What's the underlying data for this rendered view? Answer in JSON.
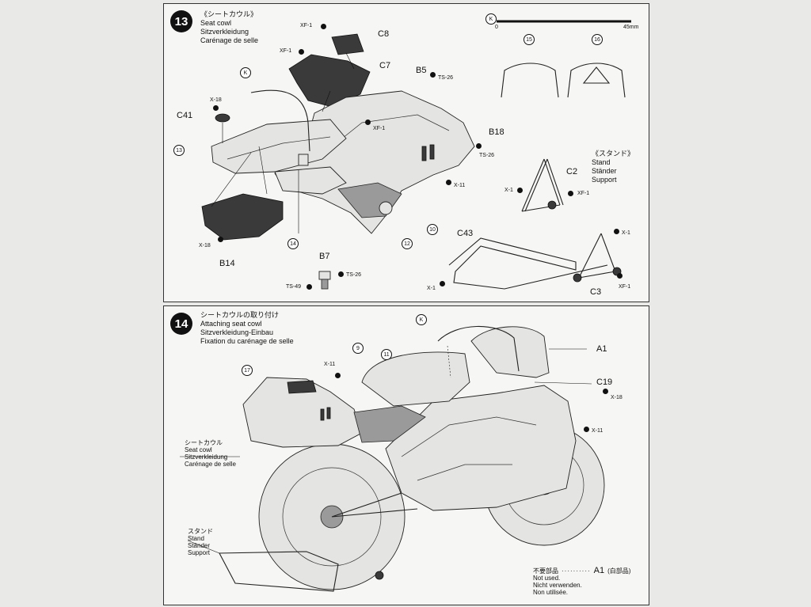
{
  "step13": {
    "number": "13",
    "title_lines": [
      "《シートカウル》",
      "Seat cowl",
      "Sitzverkleidung",
      "Carénage de selle"
    ],
    "parts": {
      "c8": "C8",
      "c7": "C7",
      "b5": "B5",
      "b18": "B18",
      "c41": "C41",
      "b14": "B14",
      "b7": "B7",
      "c2": "C2",
      "c43": "C43",
      "c3": "C3"
    },
    "paints": {
      "xf1_a": "XF-1",
      "xf1_b": "XF-1",
      "ts26_a": "TS-26",
      "xf1_c": "XF-1",
      "ts26_b": "TS-26",
      "x11_a": "X-11",
      "x18_a": "X-18",
      "x18_b": "X-18",
      "ts26_c": "TS-26",
      "ts49": "TS-49",
      "x1_a": "X-1",
      "xf1_d": "XF-1",
      "x1_b": "X-1",
      "x1_c": "X-1",
      "xf1_e": "XF-1"
    },
    "circled": {
      "k1": "K",
      "n13": "13",
      "n14": "14",
      "n12": "12",
      "n10": "10"
    },
    "scale": {
      "k": "K",
      "n15": "15",
      "n16": "16",
      "zero": "0",
      "max": "45mm"
    },
    "stand_title_lines": [
      "《スタンド》",
      "Stand",
      "Ständer",
      "Support"
    ]
  },
  "step14": {
    "number": "14",
    "title_lines": [
      "シートカウルの取り付け",
      "Attaching seat cowl",
      "Sitzverkleidung-Einbau",
      "Fixation du carénage de selle"
    ],
    "parts": {
      "a1": "A1",
      "c19": "C19"
    },
    "paints": {
      "x11_a": "X-11",
      "x18": "X-18",
      "x11_b": "X-11"
    },
    "circled": {
      "k": "K",
      "n11": "11",
      "n9": "9",
      "n17": "17"
    },
    "seat_cowl_lines": [
      "シートカウル",
      "Seat cowl",
      "Sitzverkleidung",
      "Carénage de selle"
    ],
    "stand_lines": [
      "スタンド",
      "Stand",
      "Ständer",
      "Support"
    ],
    "not_used": {
      "jp": "不要部品",
      "part": "A1",
      "part_note": "(白部品)",
      "lines": [
        "Not used.",
        "Nicht verwenden.",
        "Non utilisée."
      ]
    }
  }
}
